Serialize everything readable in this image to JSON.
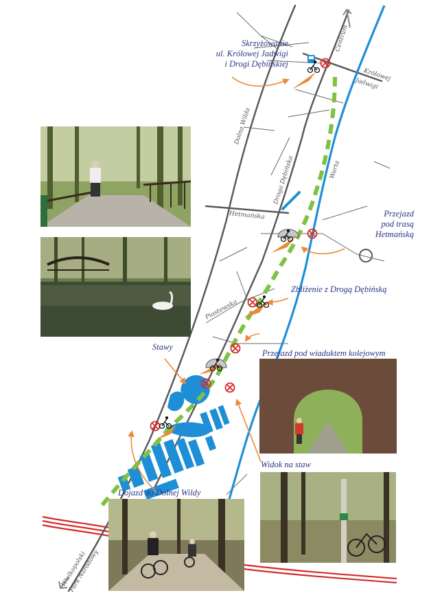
{
  "annotations": {
    "crossing": [
      "Skrzyżowanie",
      "ul. Królowej Jadwigi",
      "i Drogi Dębińskiej"
    ],
    "underpass_hetmanska": [
      "Przejazd",
      "pod trasą",
      "Hetmańską"
    ],
    "approach": "Zbliżenie z Drogą Dębińską",
    "ponds": "Stawy",
    "rail_viaduct": "Przejazd pod wiaduktem kolejowym",
    "pond_view": "Widok na staw",
    "access_dolna_wilda": "Dojazd do Dolnej Wildy"
  },
  "streets": {
    "centrum": "Centrum",
    "krolowej": "Królowej",
    "jadwigi": "Jadwigi",
    "dolna_wilda": "Dolna Wilda",
    "droga_debinska": "Droga Dębińska",
    "warta": "Warta",
    "hetmanska": "Hetmańska",
    "piastowska": "Piastowska",
    "wielkopolski_1": "Wielkopolski",
    "wielkopolski_2": "Park Narodowy"
  },
  "colors": {
    "route": "#7dc242",
    "river": "#1e8fd6",
    "arrow": "#e98a3a",
    "label": "#2d3585",
    "railway": "#d42b2b",
    "road": "#5a5a5a"
  },
  "icons": [
    "no-cycling-icon",
    "cyclist-icon",
    "bus-stop-icon"
  ]
}
